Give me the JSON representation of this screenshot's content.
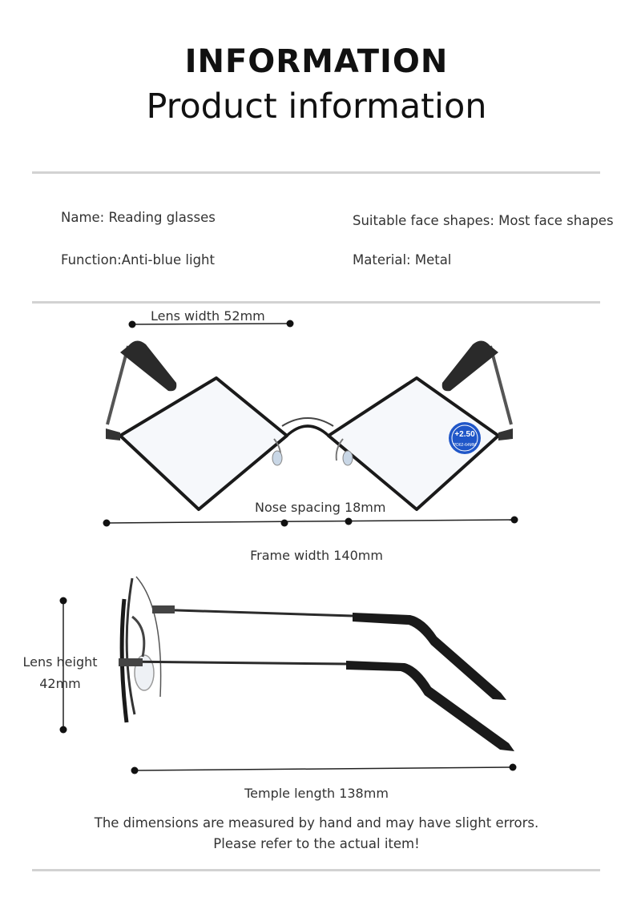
{
  "header": {
    "title": "INFORMATION",
    "subtitle": "Product information"
  },
  "specs": {
    "name": "Name: Reading glasses",
    "face_shapes": "Suitable face shapes: Most face shapes",
    "function": "Function:Anti-blue light",
    "material": "Material: Metal"
  },
  "dimensions": {
    "lens_width": "Lens width 52mm",
    "nose_spacing": "Nose spacing 18mm",
    "frame_width": "Frame width  140mm",
    "lens_height_line1": "Lens height",
    "lens_height_line2": "42mm",
    "temple_length": "Temple length  138mm"
  },
  "lens_sticker": {
    "power": "+2.50",
    "text": "PD62-64MM"
  },
  "disclaimer": {
    "line1": "The dimensions are measured by hand and may have slight errors.",
    "line2": "Please refer to the actual item!"
  }
}
